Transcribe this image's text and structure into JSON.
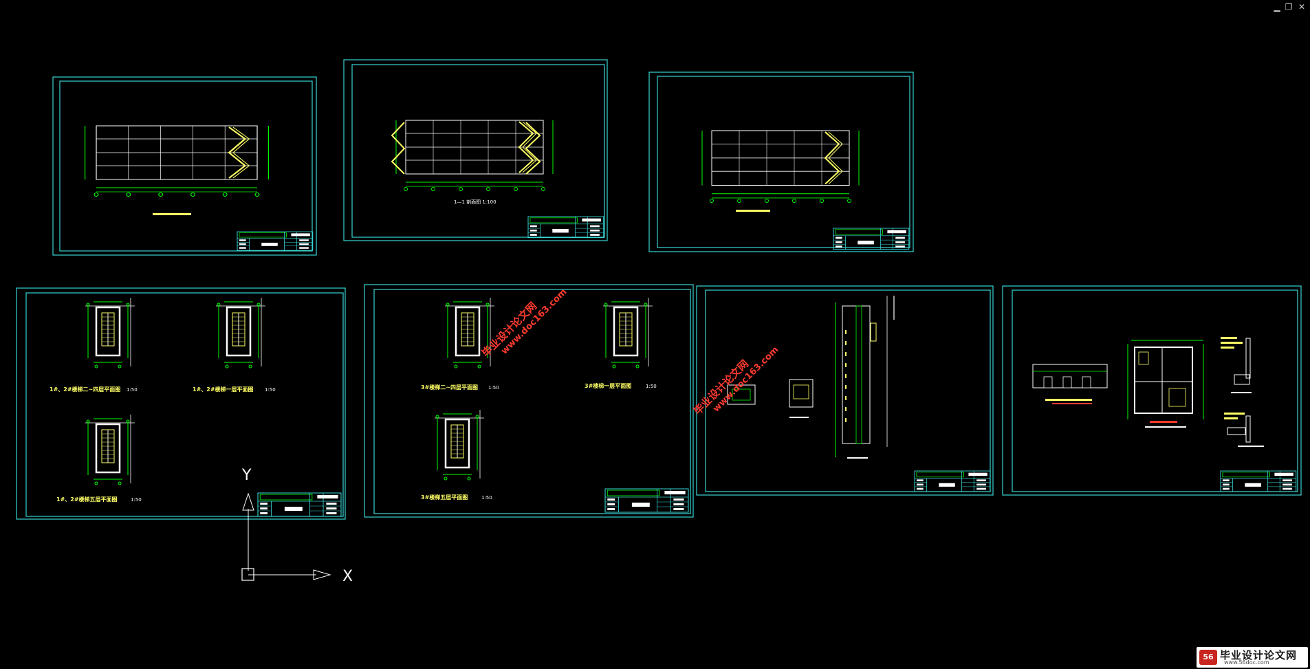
{
  "window": {
    "minimize_icon": "minimize-icon",
    "restore_icon": "restore-icon",
    "close_icon": "close-icon",
    "minimize_glyph": "▁",
    "restore_glyph": "❐",
    "close_glyph": "✕"
  },
  "colors": {
    "background": "#000000",
    "frame": "#37d5d5",
    "drawing_green": "#00ff00",
    "label_yellow": "#ffff66",
    "watermark_red": "#ff3b2f"
  },
  "sheets": [
    {
      "id": "sheet-elevation-a",
      "labels": []
    },
    {
      "id": "sheet-section",
      "labels": [
        {
          "text": "1—1 剖面图 1:100"
        }
      ]
    },
    {
      "id": "sheet-elevation-b",
      "labels": []
    },
    {
      "id": "sheet-stair-plans-1",
      "labels": [
        {
          "text": "1#、2#楼梯二~四层平面图",
          "scale": "1:50"
        },
        {
          "text": "1#、2#楼梯一层平面图",
          "scale": "1:50"
        },
        {
          "text": "1#、2#楼梯五层平面图",
          "scale": "1:50"
        }
      ]
    },
    {
      "id": "sheet-stair-plans-3",
      "labels": [
        {
          "text": "3#楼梯二~四层平面图",
          "scale": "1:50"
        },
        {
          "text": "3#楼梯一层平面图",
          "scale": "1:50"
        },
        {
          "text": "3#楼梯五层平面图",
          "scale": "1:50"
        }
      ]
    },
    {
      "id": "sheet-details",
      "labels": []
    },
    {
      "id": "sheet-toilet",
      "labels": []
    }
  ],
  "watermarks": [
    {
      "line1": "毕业设计论文网",
      "line2": "www.doc163.com"
    },
    {
      "line1": "毕业设计论文网",
      "line2": "www.doc163.com"
    }
  ],
  "ucs": {
    "x_label": "X",
    "y_label": "Y"
  },
  "logo": {
    "badge": "56",
    "title": "毕业设计论文网",
    "url": "www.56doc.com"
  }
}
